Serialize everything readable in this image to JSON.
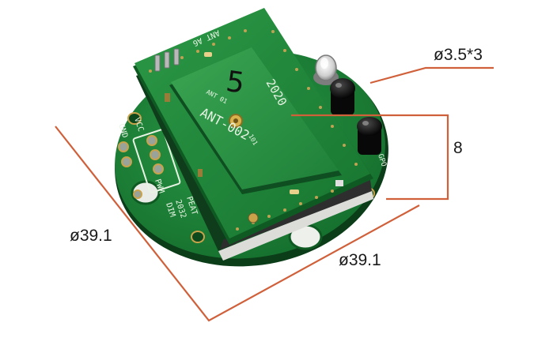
{
  "photo": {
    "subject": "pcb-module",
    "colors": {
      "board": "#1f8a3a",
      "board_dark": "#0f5a23",
      "board_edge": "#0b3d18",
      "copper": "#c9a24a",
      "silk": "#e8f3e4",
      "dimension_line": "#d0603a"
    },
    "silkscreen": {
      "module_count": "5",
      "module_year": "2020",
      "module_model": "ANT-002",
      "module_antenna": "ANT 01",
      "module_id": "101",
      "top_antenna": "ANT A6",
      "pin_gnd": "GND",
      "pin_vcc": "VCC",
      "pin_pwm": "PWM",
      "pin_dim": "DIM",
      "chip_a": "2032",
      "chip_b": "PEAT"
    }
  },
  "dimensions": {
    "led_diameter": "ø3.5*3",
    "height": "8",
    "diameter_left": "ø39.1",
    "diameter_bottom": "ø39.1"
  }
}
